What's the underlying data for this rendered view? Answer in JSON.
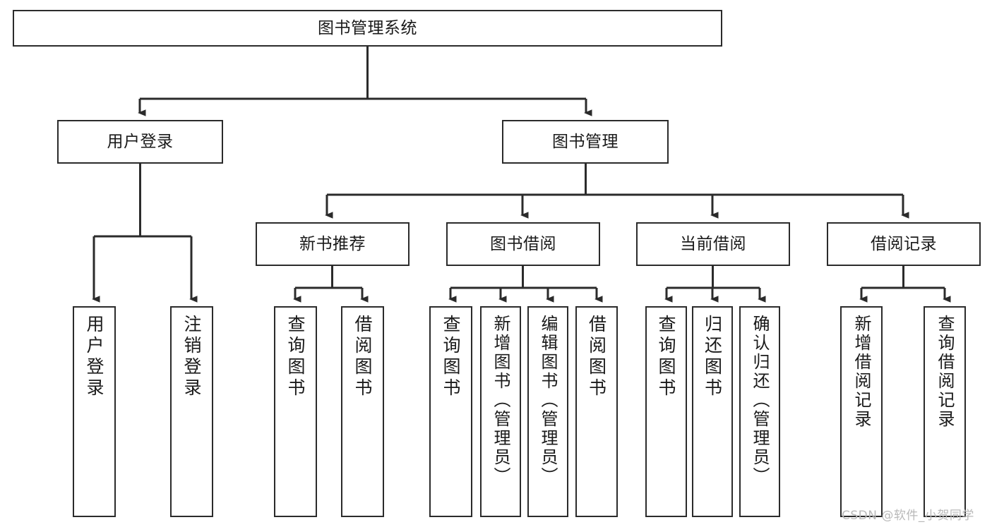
{
  "diagram": {
    "type": "tree-hierarchy",
    "title": "图书管理系统",
    "watermark": "CSDN @软件_小贺同学",
    "colors": {
      "stroke": "#2b2b2b",
      "fill": "#ffffff",
      "text": "#1a1a1a",
      "watermark": "#b9b9b9"
    },
    "nodes": {
      "root": {
        "label": "图书管理系统"
      },
      "level2": [
        {
          "id": "user-login",
          "label": "用户登录"
        },
        {
          "id": "book-management",
          "label": "图书管理"
        }
      ],
      "level3": [
        {
          "id": "new-book-recommend",
          "label": "新书推荐"
        },
        {
          "id": "book-borrow",
          "label": "图书借阅"
        },
        {
          "id": "current-borrow",
          "label": "当前借阅"
        },
        {
          "id": "borrow-record",
          "label": "借阅记录"
        }
      ],
      "leaves": {
        "user_login": [
          {
            "id": "leaf-user-login",
            "label": "用户登录"
          },
          {
            "id": "leaf-logout-login",
            "label": "注销登录"
          }
        ],
        "new_book_recommend": [
          {
            "id": "leaf-query-book-1",
            "label": "查询图书"
          },
          {
            "id": "leaf-borrow-book-1",
            "label": "借阅图书"
          }
        ],
        "book_borrow": [
          {
            "id": "leaf-query-book-2",
            "label": "查询图书"
          },
          {
            "id": "leaf-add-book-admin",
            "label": "新增图书（管理员）"
          },
          {
            "id": "leaf-edit-book-admin",
            "label": "编辑图书（管理员）"
          },
          {
            "id": "leaf-borrow-book-2",
            "label": "借阅图书"
          }
        ],
        "current_borrow": [
          {
            "id": "leaf-query-book-3",
            "label": "查询图书"
          },
          {
            "id": "leaf-return-book",
            "label": "归还图书"
          },
          {
            "id": "leaf-confirm-return-admin",
            "label": "确认归还（管理员）"
          }
        ],
        "borrow_record": [
          {
            "id": "leaf-add-borrow-record",
            "label": "新增借阅记录"
          },
          {
            "id": "leaf-query-borrow-record",
            "label": "查询借阅记录"
          }
        ]
      }
    }
  }
}
